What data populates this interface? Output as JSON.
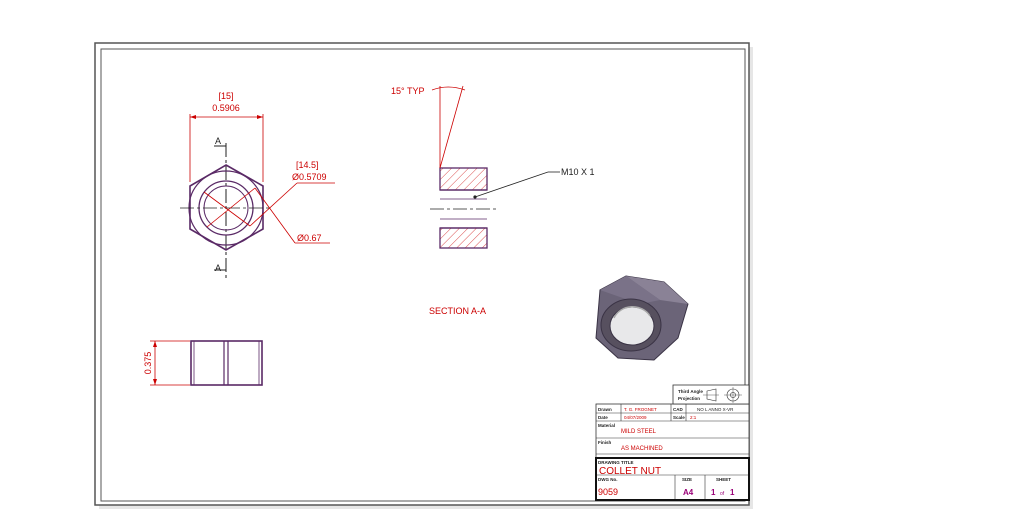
{
  "dimensions": {
    "width_metric": "[15]",
    "width_inch": "0.5906",
    "bore_metric": "[14.5]",
    "bore_inch": "Ø0.5709",
    "outer_dia": "Ø0.67",
    "height": "0.375",
    "section_marker": "A",
    "chamfer_angle": "15° TYP",
    "thread": "M10 X 1",
    "section_label": "SECTION A-A"
  },
  "title_block": {
    "projection_label_1": "Third Angle",
    "projection_label_2": "Projection",
    "drawn_label": "Drawn",
    "drawn_value": "T. G. FROGNET",
    "date_label": "Date",
    "date_value": "04/07/2009",
    "scale_label": "Scale",
    "scale_value": "2:1",
    "notes_label": "CAD",
    "notes_value": "NO L ANNO X-VR",
    "material_label": "Material",
    "material_value": "MILD STEEL",
    "finish_label": "Finish",
    "finish_value": "AS MACHINED",
    "title_label": "DRAWING TITLE",
    "title_value": "COLLET NUT",
    "dwg_no_label": "DWG No.",
    "dwg_no_value": "9059",
    "size_label": "SIZE",
    "size_value": "A4",
    "sheet_label": "SHEET",
    "sheet_value_1": "1",
    "sheet_of": "of",
    "sheet_value_2": "1"
  },
  "colors": {
    "border": "#555555",
    "dimension": "#cc0000",
    "outline": "#5a2a66",
    "nut_body": "#6b6478"
  }
}
